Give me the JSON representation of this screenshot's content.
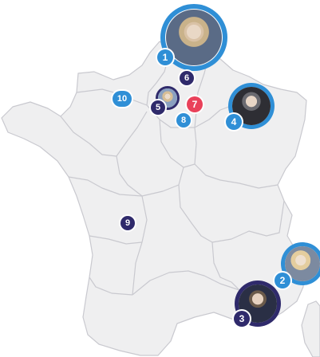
{
  "map": {
    "colors": {
      "land": "#efeff0",
      "border": "#c9c9cf",
      "dark_navy": "#2f2a6b",
      "light_blue": "#2f8fd6",
      "red": "#e9415a"
    },
    "markers": [
      {
        "id": "1",
        "label": "1",
        "color": "#2f8fd6",
        "has_portrait": true
      },
      {
        "id": "2",
        "label": "2",
        "color": "#2f8fd6",
        "has_portrait": true
      },
      {
        "id": "3",
        "label": "3",
        "color": "#2f2a6b",
        "has_portrait": true
      },
      {
        "id": "4",
        "label": "4",
        "color": "#2f8fd6",
        "has_portrait": true
      },
      {
        "id": "5",
        "label": "5",
        "color": "#2f2a6b",
        "has_portrait": true
      },
      {
        "id": "6",
        "label": "6",
        "color": "#2f2a6b",
        "has_portrait": false
      },
      {
        "id": "7",
        "label": "7",
        "color": "#e9415a",
        "has_portrait": false
      },
      {
        "id": "8",
        "label": "8",
        "color": "#2f8fd6",
        "has_portrait": false
      },
      {
        "id": "9",
        "label": "9",
        "color": "#2f2a6b",
        "has_portrait": false
      },
      {
        "id": "10",
        "label": "10",
        "color": "#2f8fd6",
        "has_portrait": false
      }
    ]
  }
}
